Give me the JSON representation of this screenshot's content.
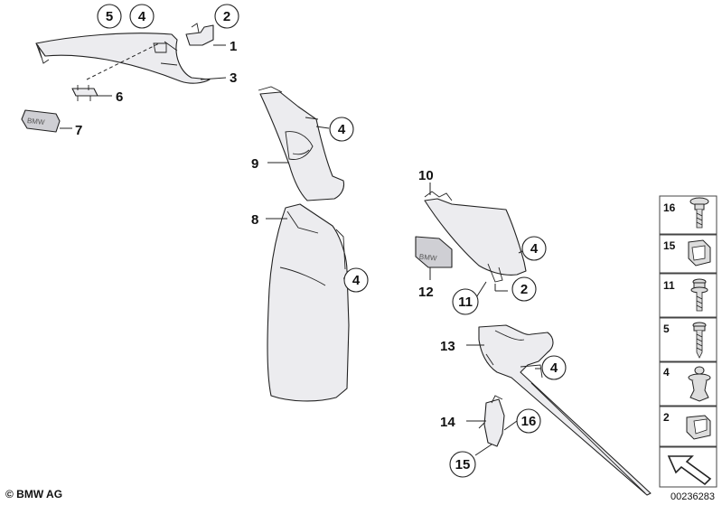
{
  "callouts": {
    "c1": "1",
    "c2_top": "2",
    "c3": "3",
    "c4_top": "4",
    "c5_top": "5",
    "c6": "6",
    "c7": "7",
    "c8": "8",
    "c9": "9",
    "c4_pillar_a": "4",
    "c4_pillar_b": "4",
    "c10": "10",
    "c4_c": "4",
    "c12": "12",
    "c11": "11",
    "c2_mid": "2",
    "c13": "13",
    "c4_d": "4",
    "c14": "14",
    "c16": "16",
    "c15": "15"
  },
  "legend": [
    {
      "label": "16",
      "icon": "screw-flange-icon"
    },
    {
      "label": "15",
      "icon": "clip-nut-icon"
    },
    {
      "label": "11",
      "icon": "screw-washer-icon"
    },
    {
      "label": "5",
      "icon": "self-tapping-screw-icon"
    },
    {
      "label": "4",
      "icon": "expanding-rivet-icon"
    },
    {
      "label": "2",
      "icon": "clip-icon"
    }
  ],
  "footer": {
    "copyright": "© BMW AG",
    "diagram_number": "00236283"
  }
}
